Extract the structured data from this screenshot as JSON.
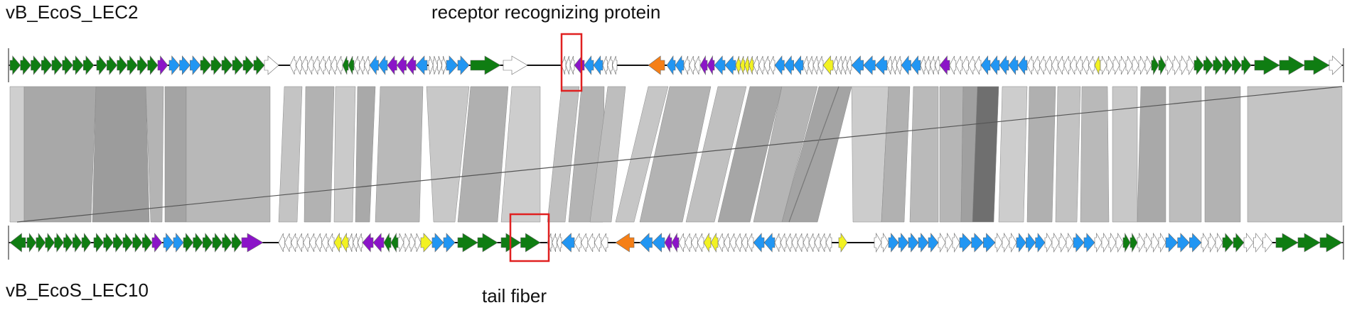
{
  "genomes": {
    "top": "vB_EcoS_LEC2",
    "bottom": "vB_EcoS_LEC10"
  },
  "callouts": {
    "top": "receptor recognizing protein",
    "bottom": "tail fiber"
  },
  "colors": {
    "structural": "#0f7d12",
    "lysis": "#8b14c8",
    "regulatory": "#2196f3",
    "other": "#f2f222",
    "integrase": "#f57f17",
    "hypothetical": "#ffffff",
    "similarity": "#a9a9a9",
    "highlight": "#e02020"
  }
}
